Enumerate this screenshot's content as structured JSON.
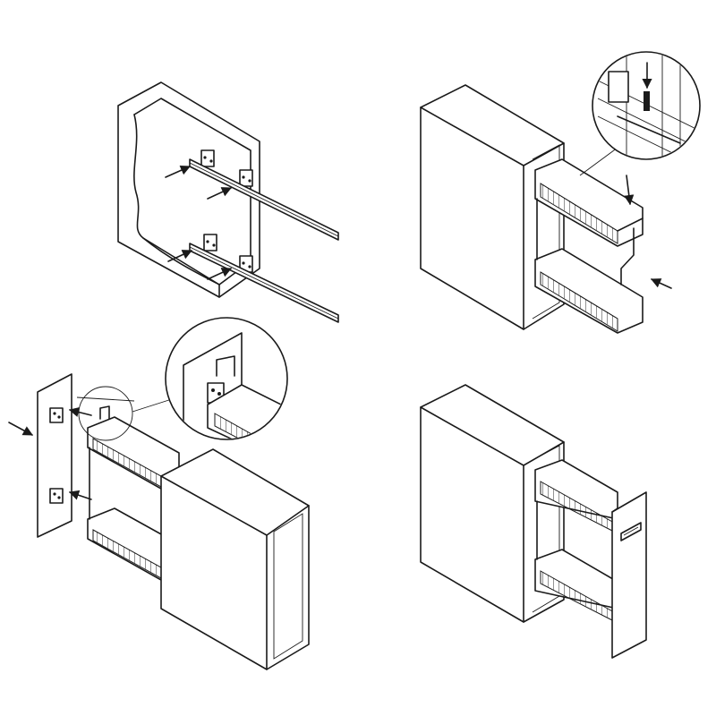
{
  "steps": [
    {
      "id": "step-1",
      "title": ""
    },
    {
      "id": "step-2",
      "title": ""
    },
    {
      "id": "step-3",
      "title": ""
    },
    {
      "id": "step-4",
      "title": ""
    }
  ],
  "colors": {
    "line": "#1a1a1a",
    "background": "#ffffff"
  },
  "icons": [
    "arrow-icon",
    "screw-icon",
    "hinge-bracket-icon",
    "handle-icon"
  ]
}
